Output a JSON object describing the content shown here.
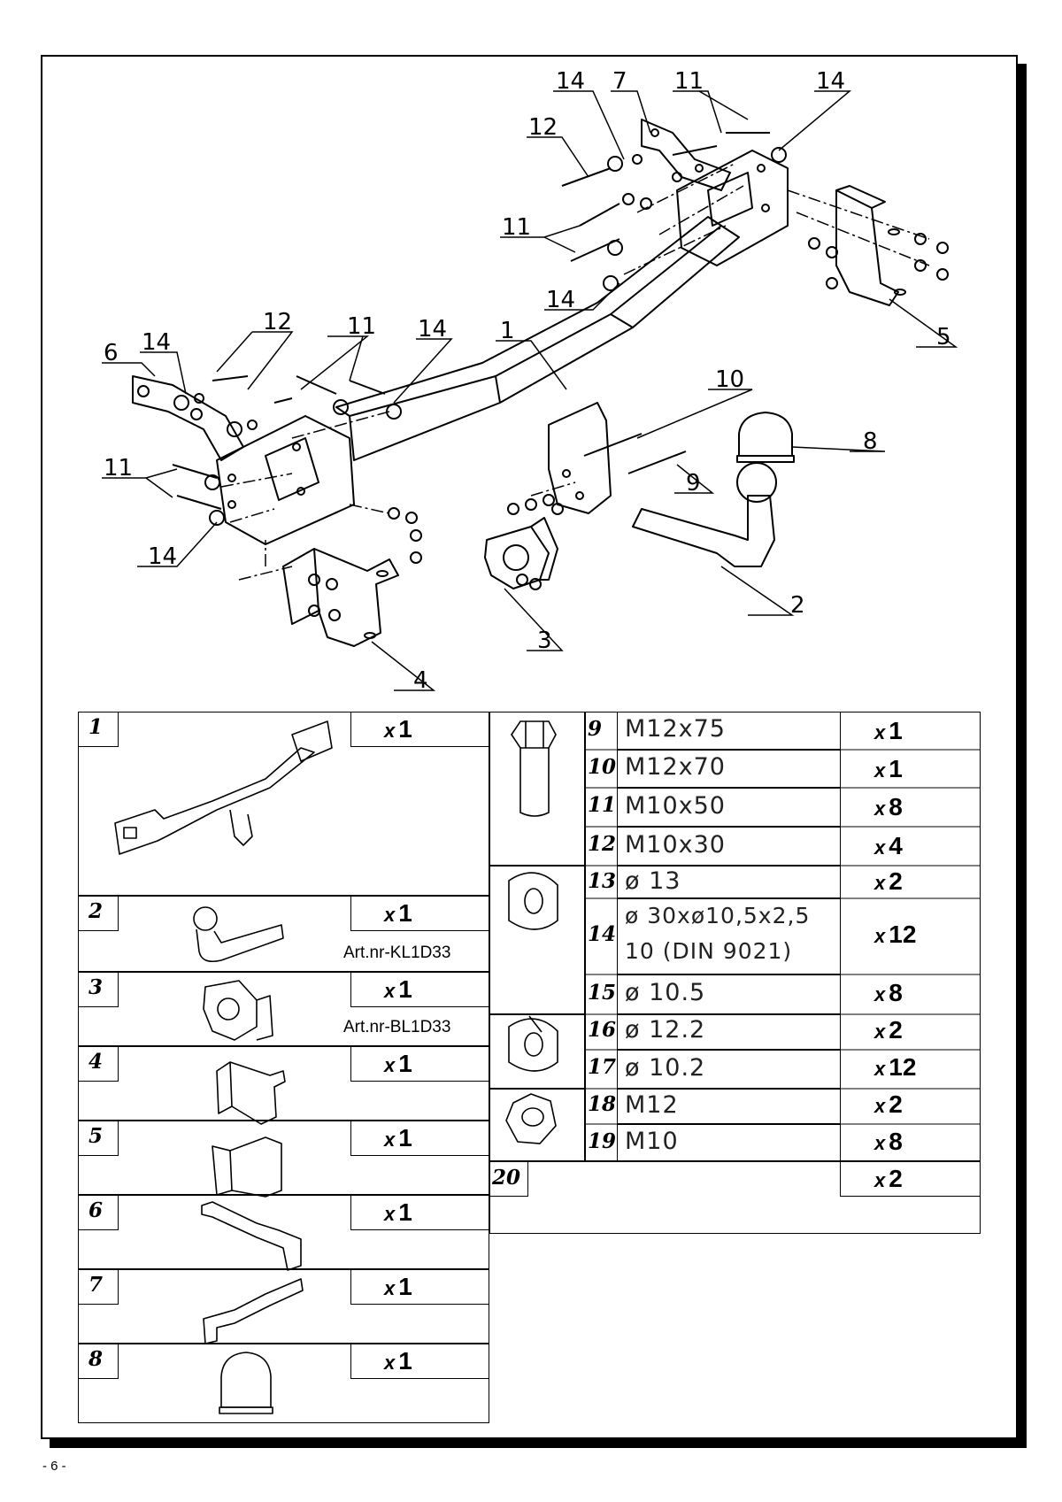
{
  "page_number": "- 6 -",
  "diagram_labels": [
    "14",
    "7",
    "11",
    "14",
    "12",
    "11",
    "14",
    "6",
    "14",
    "12",
    "11",
    "14",
    "1",
    "10",
    "8",
    "11",
    "9",
    "14",
    "5",
    "2",
    "3",
    "4"
  ],
  "parts_left": [
    {
      "num": "1",
      "qty_x": "x",
      "qty": "1",
      "art": ""
    },
    {
      "num": "2",
      "qty_x": "x",
      "qty": "1",
      "art": "Art.nr-KL1D33"
    },
    {
      "num": "3",
      "qty_x": "x",
      "qty": "1",
      "art": "Art.nr-BL1D33"
    },
    {
      "num": "4",
      "qty_x": "x",
      "qty": "1",
      "art": ""
    },
    {
      "num": "5",
      "qty_x": "x",
      "qty": "1",
      "art": ""
    },
    {
      "num": "6",
      "qty_x": "x",
      "qty": "1",
      "art": ""
    },
    {
      "num": "7",
      "qty_x": "x",
      "qty": "1",
      "art": ""
    },
    {
      "num": "8",
      "qty_x": "x",
      "qty": "1",
      "art": ""
    }
  ],
  "parts_right": [
    {
      "num": "9",
      "spec": "M12x75",
      "qty_x": "x",
      "qty": "1"
    },
    {
      "num": "10",
      "spec": "M12x70",
      "qty_x": "x",
      "qty": "1"
    },
    {
      "num": "11",
      "spec": "M10x50",
      "qty_x": "x",
      "qty": "8"
    },
    {
      "num": "12",
      "spec": "M10x30",
      "qty_x": "x",
      "qty": "4"
    },
    {
      "num": "13",
      "spec": "ø 13",
      "qty_x": "x",
      "qty": "2"
    },
    {
      "num": "14",
      "spec": "ø 30xø10,5x2,5",
      "spec2": "10  (DIN 9021)",
      "qty_x": "x",
      "qty": "12"
    },
    {
      "num": "15",
      "spec": "ø 10.5",
      "qty_x": "x",
      "qty": "8"
    },
    {
      "num": "16",
      "spec": "ø 12.2",
      "qty_x": "x",
      "qty": "2"
    },
    {
      "num": "17",
      "spec": "ø 10.2",
      "qty_x": "x",
      "qty": "12"
    },
    {
      "num": "18",
      "spec": "M12",
      "qty_x": "x",
      "qty": "2"
    },
    {
      "num": "19",
      "spec": "M10",
      "qty_x": "x",
      "qty": "8"
    },
    {
      "num": "20",
      "spec": "",
      "qty_x": "x",
      "qty": "2"
    }
  ]
}
